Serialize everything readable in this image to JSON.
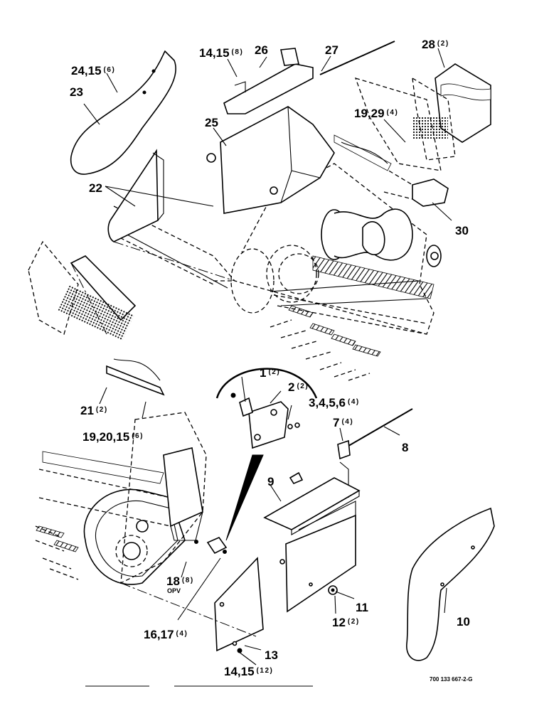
{
  "callouts": {
    "c1": {
      "num": "1",
      "qty": "(2)"
    },
    "c2": {
      "num": "2",
      "qty": "(2)"
    },
    "c3": {
      "num": "3,4,5,6",
      "qty": "(4)"
    },
    "c7": {
      "num": "7",
      "qty": "(4)"
    },
    "c8": {
      "num": "8",
      "qty": ""
    },
    "c9": {
      "num": "9",
      "qty": ""
    },
    "c10": {
      "num": "10",
      "qty": ""
    },
    "c11": {
      "num": "11",
      "qty": ""
    },
    "c12": {
      "num": "12",
      "qty": "(2)"
    },
    "c13": {
      "num": "13",
      "qty": ""
    },
    "c14a": {
      "num": "14,15",
      "qty": "(8)"
    },
    "c14b": {
      "num": "14,15",
      "qty": "(12)"
    },
    "c16": {
      "num": "16,17",
      "qty": "(4)"
    },
    "c18": {
      "num": "18",
      "qty": "(8)",
      "note": "OPV"
    },
    "c19a": {
      "num": "19,29",
      "qty": "(4)"
    },
    "c19b": {
      "num": "19,20,15",
      "qty": "(6)"
    },
    "c21": {
      "num": "21",
      "qty": "(2)"
    },
    "c22": {
      "num": "22",
      "qty": ""
    },
    "c23": {
      "num": "23",
      "qty": ""
    },
    "c24": {
      "num": "24,15",
      "qty": "(6)"
    },
    "c25": {
      "num": "25",
      "qty": ""
    },
    "c26": {
      "num": "26",
      "qty": ""
    },
    "c27": {
      "num": "27",
      "qty": ""
    },
    "c28": {
      "num": "28",
      "qty": "(2)"
    },
    "c30": {
      "num": "30",
      "qty": ""
    }
  },
  "drawing_number": "700 133 667-2-G"
}
